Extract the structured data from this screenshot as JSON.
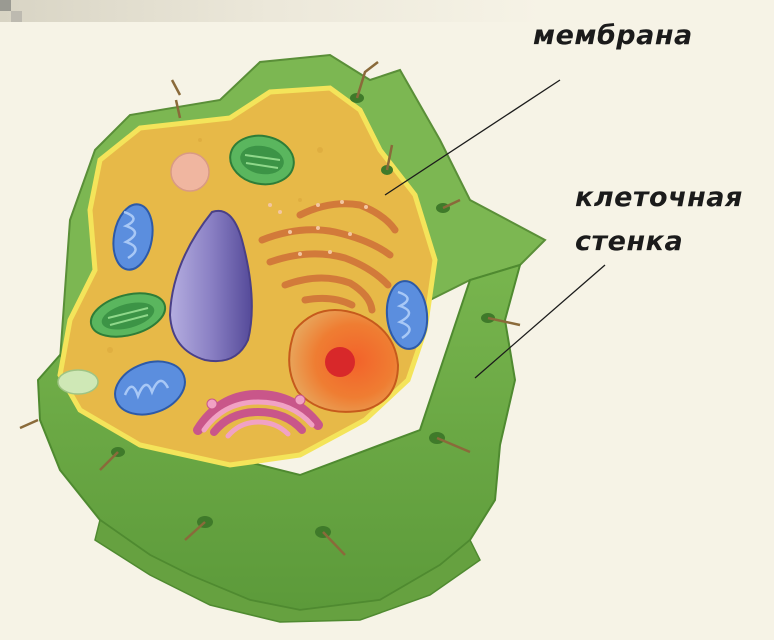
{
  "labels": {
    "membrane": "мембрана",
    "cell_wall_line1": "клеточная",
    "cell_wall_line2": "стенка"
  },
  "colors": {
    "background": "#f6f3e6",
    "cell_wall": "#6fae46",
    "cytoplasm": "#e7b948",
    "membrane": "#f4e45a",
    "nucleus": "#ee7a2c",
    "vacuole": "#8a80c4",
    "golgi": "#e88ab0",
    "mitochondria": "#4e82d4",
    "chloroplast": "#48a050"
  }
}
